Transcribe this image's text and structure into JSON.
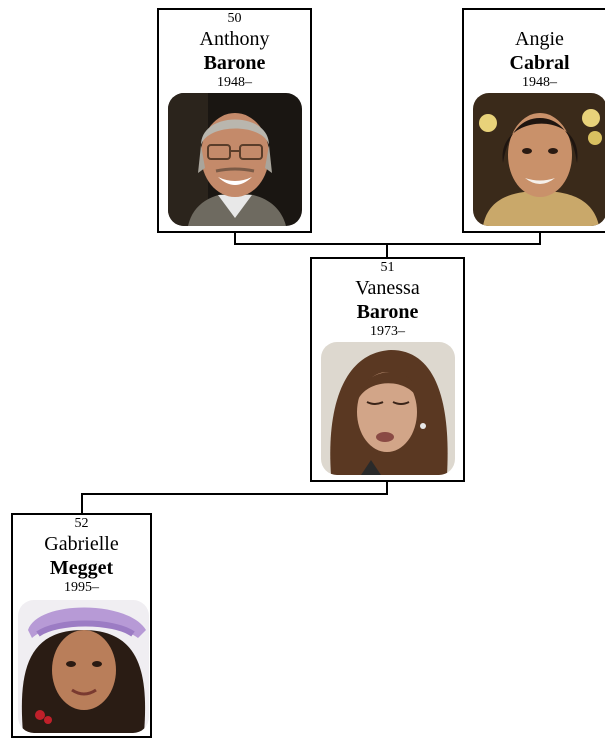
{
  "people": {
    "anthony": {
      "number": "50",
      "first_name": "Anthony",
      "last_name": "Barone",
      "years": "1948–"
    },
    "angie": {
      "number": "",
      "first_name": "Angie",
      "last_name": "Cabral",
      "years": "1948–"
    },
    "vanessa": {
      "number": "51",
      "first_name": "Vanessa",
      "last_name": "Barone",
      "years": "1973–"
    },
    "gabrielle": {
      "number": "52",
      "first_name": "Gabrielle",
      "last_name": "Megget",
      "years": "1995–"
    }
  },
  "photo_icons": {
    "anthony": "portrait-photo",
    "angie": "portrait-photo",
    "vanessa": "portrait-photo",
    "gabrielle": "portrait-photo"
  },
  "colors": {
    "border": "#000000",
    "background": "#ffffff"
  }
}
